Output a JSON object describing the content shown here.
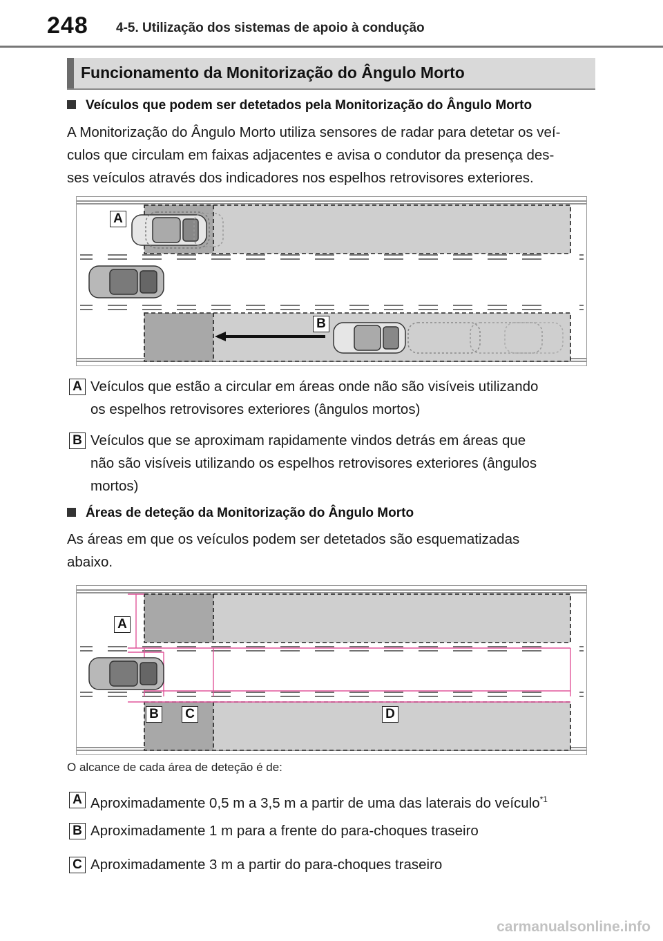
{
  "header": {
    "page_number": "248",
    "chapter": "4-5. Utilização dos sistemas de apoio à condução"
  },
  "section": {
    "title": "Funcionamento da Monitorização do Ângulo Morto"
  },
  "block1": {
    "heading": "Veículos que podem ser detetados pela Monitorização do Ângulo Morto",
    "paragraph_lines": [
      "A Monitorização do Ângulo Morto utiliza sensores de radar para detetar os veí-",
      "culos que circulam em faixas adjacentes e avisa o condutor da presença des-",
      "ses veículos através dos indicadores nos espelhos retrovisores exteriores."
    ],
    "figure_labels": {
      "a": "A",
      "b": "B"
    },
    "items": [
      {
        "label": "A",
        "lines": [
          "Veículos que estão a circular em áreas onde não são visíveis utilizando",
          "os espelhos retrovisores exteriores (ângulos mortos)"
        ]
      },
      {
        "label": "B",
        "lines": [
          "Veículos que se aproximam rapidamente vindos detrás em áreas que",
          "não são visíveis utilizando os espelhos retrovisores exteriores (ângulos",
          "mortos)"
        ]
      }
    ]
  },
  "block2": {
    "heading": "Áreas de deteção da Monitorização do Ângulo Morto",
    "paragraph_lines": [
      "As áreas em que os veículos podem ser detetados são esquematizadas",
      "abaixo."
    ],
    "figure_labels": {
      "a": "A",
      "b": "B",
      "c": "C",
      "d": "D"
    },
    "caption": "O alcance de cada área de deteção é de:",
    "items": [
      {
        "label": "A",
        "text": "Aproximadamente 0,5 m a 3,5 m a partir de uma das laterais do veículo",
        "sup": "*1"
      },
      {
        "label": "B",
        "text": "Aproximadamente 1 m para a frente do para-choques traseiro"
      },
      {
        "label": "C",
        "text": "Aproximadamente 3 m a partir do para-choques traseiro"
      }
    ]
  },
  "colors": {
    "zone": "#cfcfcf",
    "zone_dark": "#a8a8a8",
    "measure": "#e0559a"
  },
  "watermark": "carmanualsonline.info"
}
